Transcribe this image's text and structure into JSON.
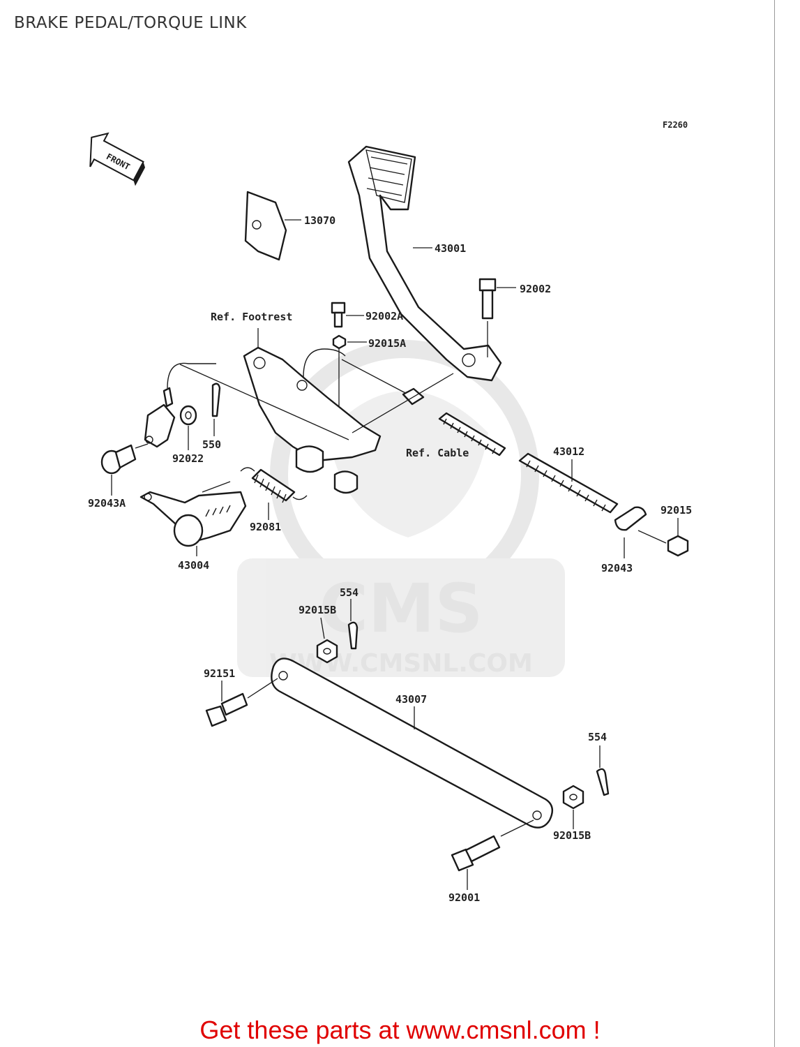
{
  "header": {
    "title": "BRAKE PEDAL/TORQUE LINK",
    "figure_code": "F2260"
  },
  "front_arrow": {
    "label": "FRONT"
  },
  "watermark": {
    "brand": "CMS",
    "url": "WWW.CMSNL.COM"
  },
  "parts": [
    {
      "id": "13070"
    },
    {
      "id": "43001"
    },
    {
      "id": "92002"
    },
    {
      "id": "92002A"
    },
    {
      "id": "92015A"
    },
    {
      "id": "43012"
    },
    {
      "id": "92015"
    },
    {
      "id": "92043"
    },
    {
      "id": "92022"
    },
    {
      "id": "550"
    },
    {
      "id": "92043A"
    },
    {
      "id": "92081"
    },
    {
      "id": "43004"
    },
    {
      "id": "554"
    },
    {
      "id": "92015B"
    },
    {
      "id": "92151"
    },
    {
      "id": "43007"
    },
    {
      "id": "554"
    },
    {
      "id": "92015B"
    },
    {
      "id": "92001"
    }
  ],
  "refs": [
    {
      "text": "Ref. Footrest"
    },
    {
      "text": "Ref. Cable"
    }
  ],
  "footer": {
    "promo": "Get these parts at www.cmsnl.com !"
  },
  "colors": {
    "promo": "#e00000",
    "line": "#1a1a1a",
    "watermark": "#e2e2e2"
  }
}
